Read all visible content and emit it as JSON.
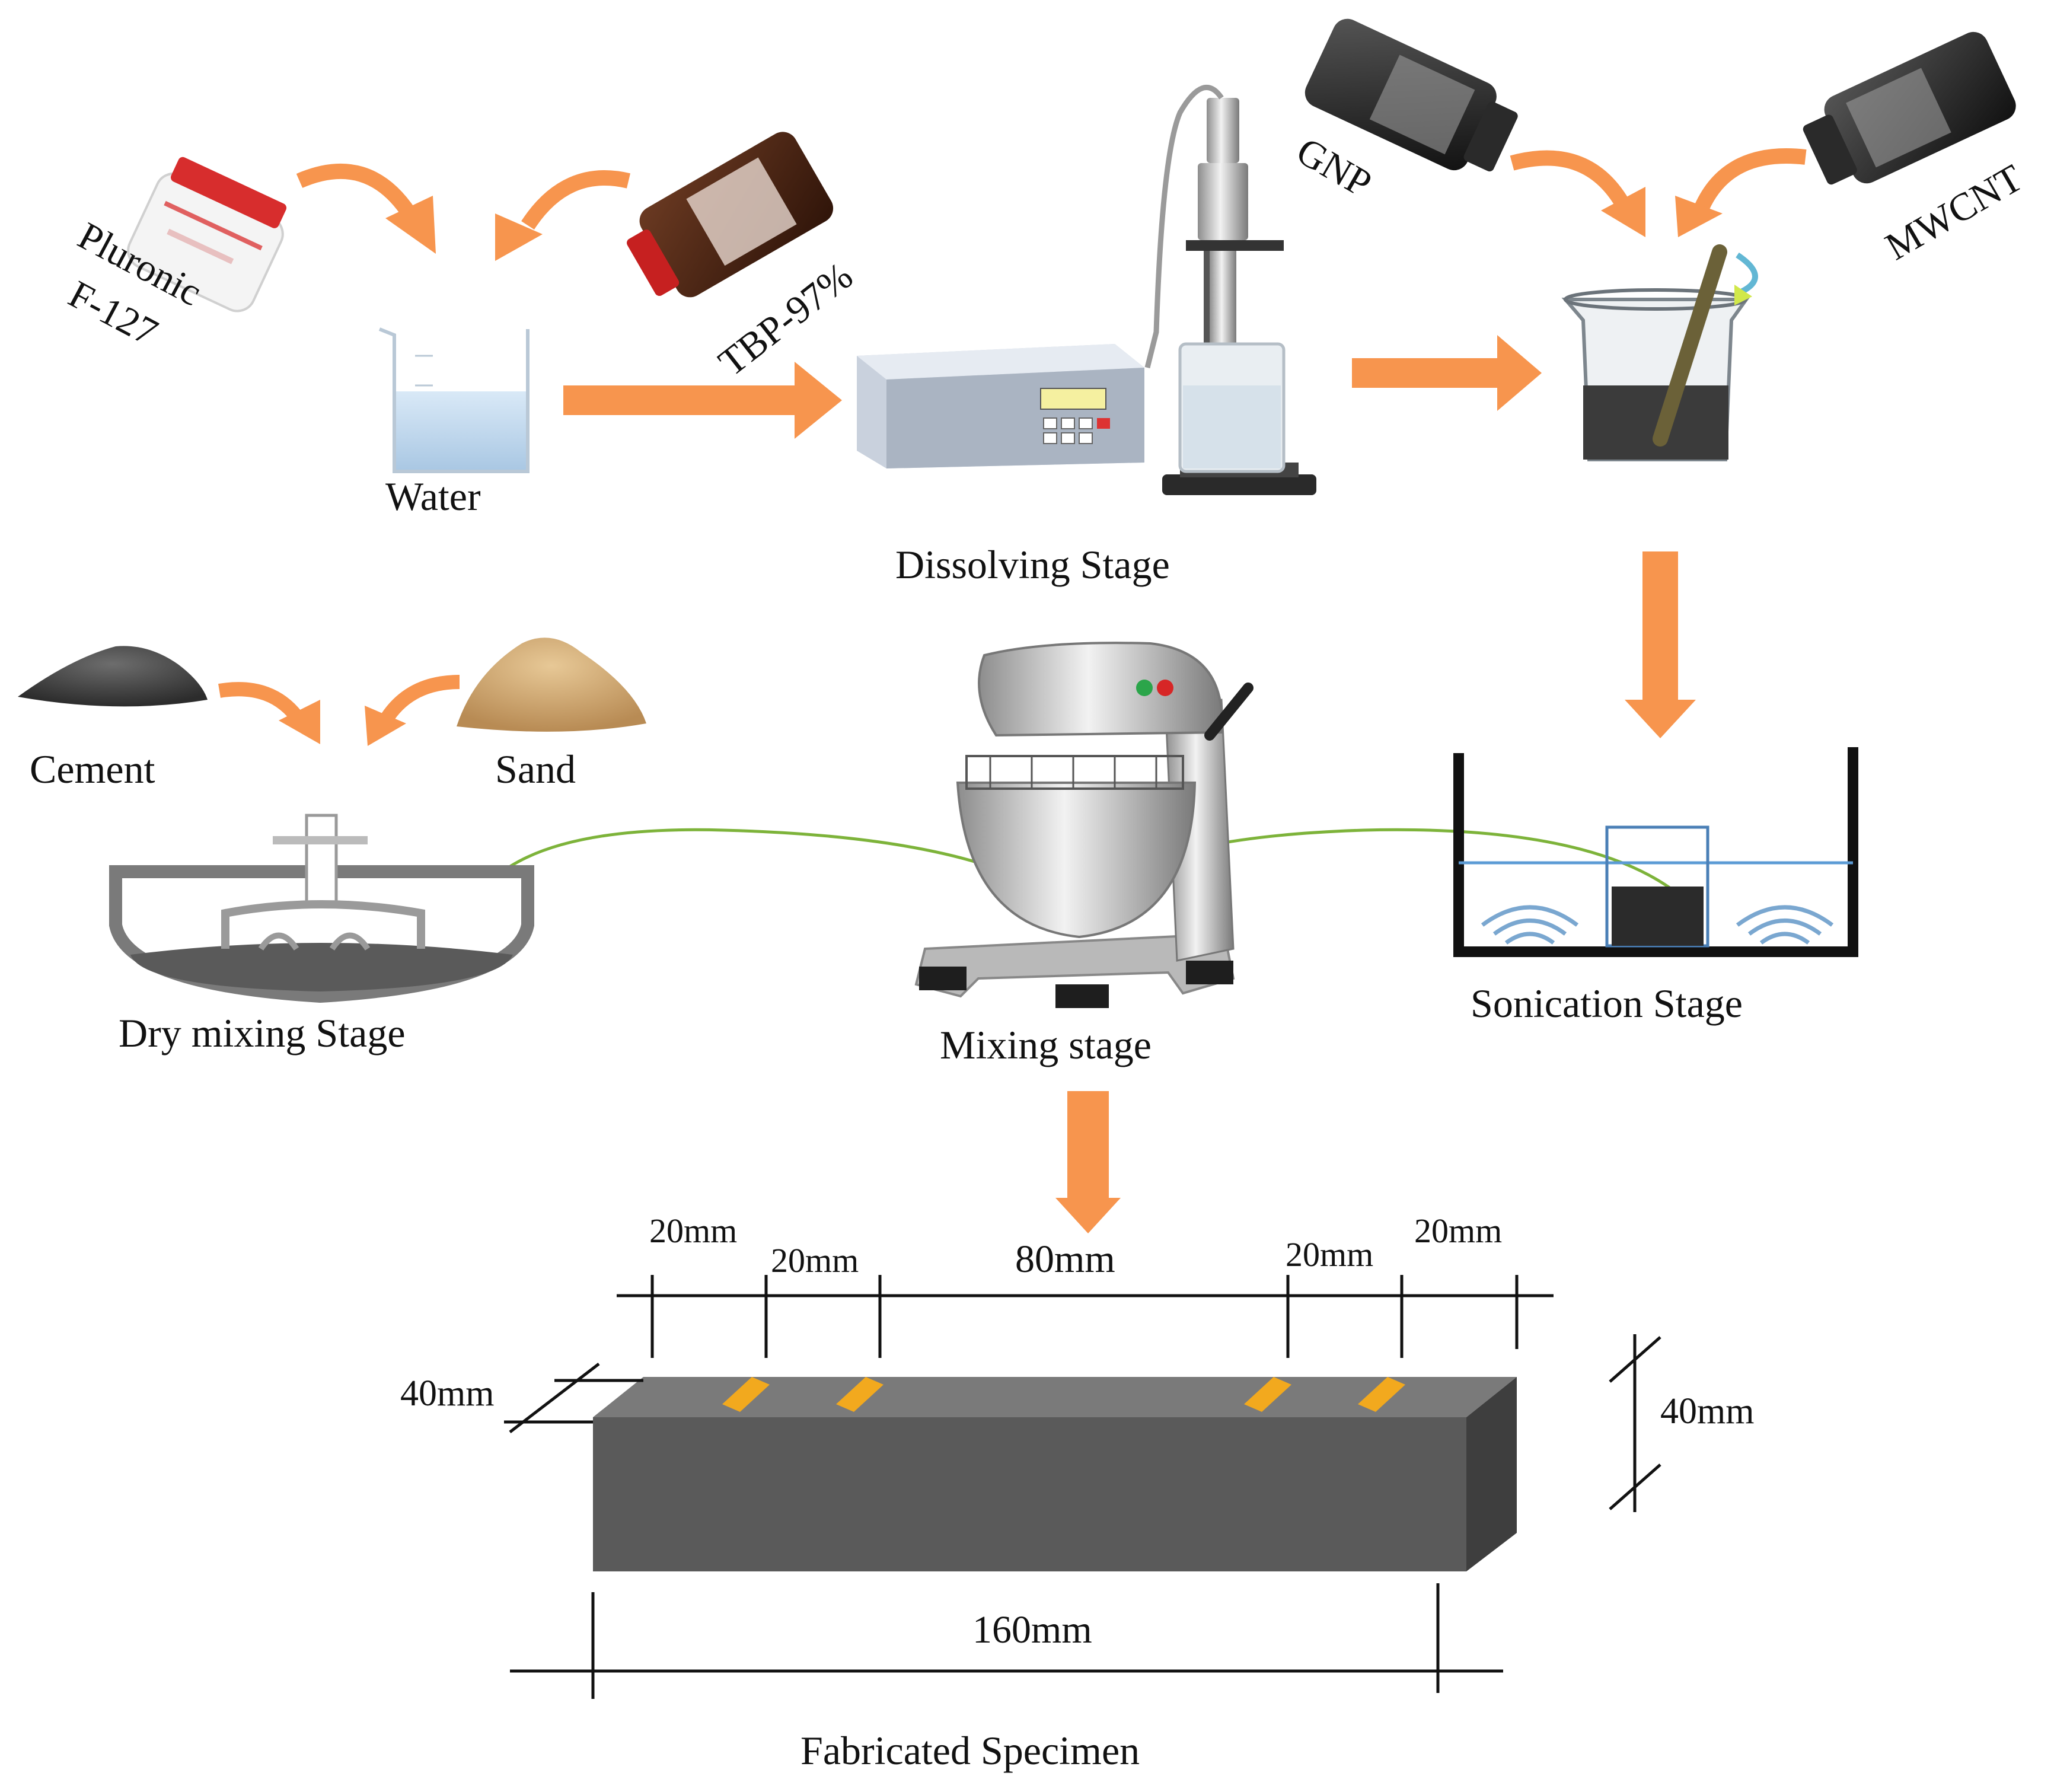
{
  "labels": {
    "pluronic_line1": "Pluronic",
    "pluronic_line2": "F-127",
    "tbp": "TBP-97%",
    "water": "Water",
    "gnp": "GNP",
    "mwcnt": "MWCNT",
    "dissolving_stage": "Dissolving Stage",
    "cement": "Cement",
    "sand": "Sand",
    "dry_mixing_stage": "Dry mixing Stage",
    "mixing_stage": "Mixing stage",
    "sonication_stage": "Sonication Stage",
    "fabricated_specimen": "Fabricated Specimen"
  },
  "dimensions": {
    "d1": "20mm",
    "d2": "20mm",
    "d3": "80mm",
    "d4": "20mm",
    "d5": "20mm",
    "depth": "40mm",
    "height": "40mm",
    "length": "160mm"
  },
  "colors": {
    "arrow_orange": "#F7954E",
    "arrow_green": "#7DB33A",
    "specimen_front": "#5A5A5A",
    "specimen_top": "#7A7A7A",
    "specimen_side": "#3E3E3E",
    "strain_gauge": "#F2A91E",
    "water_line": "#5B9BD5"
  },
  "icons": {
    "pluronic": "white-chemical-jar",
    "tbp": "brown-chemical-bottle",
    "water": "water-beaker",
    "dissolving": "ultrasonic-homogenizer",
    "gnp": "dark-powder-bottle",
    "mwcnt": "dark-powder-bottle",
    "dispersion": "beaker-with-stirring-rod",
    "cement": "grey-powder-pile",
    "sand": "sand-pile",
    "dry_mix": "mixing-bowl-with-paddle",
    "mixer": "planetary-mixer",
    "sonication": "ultrasonic-bath"
  }
}
